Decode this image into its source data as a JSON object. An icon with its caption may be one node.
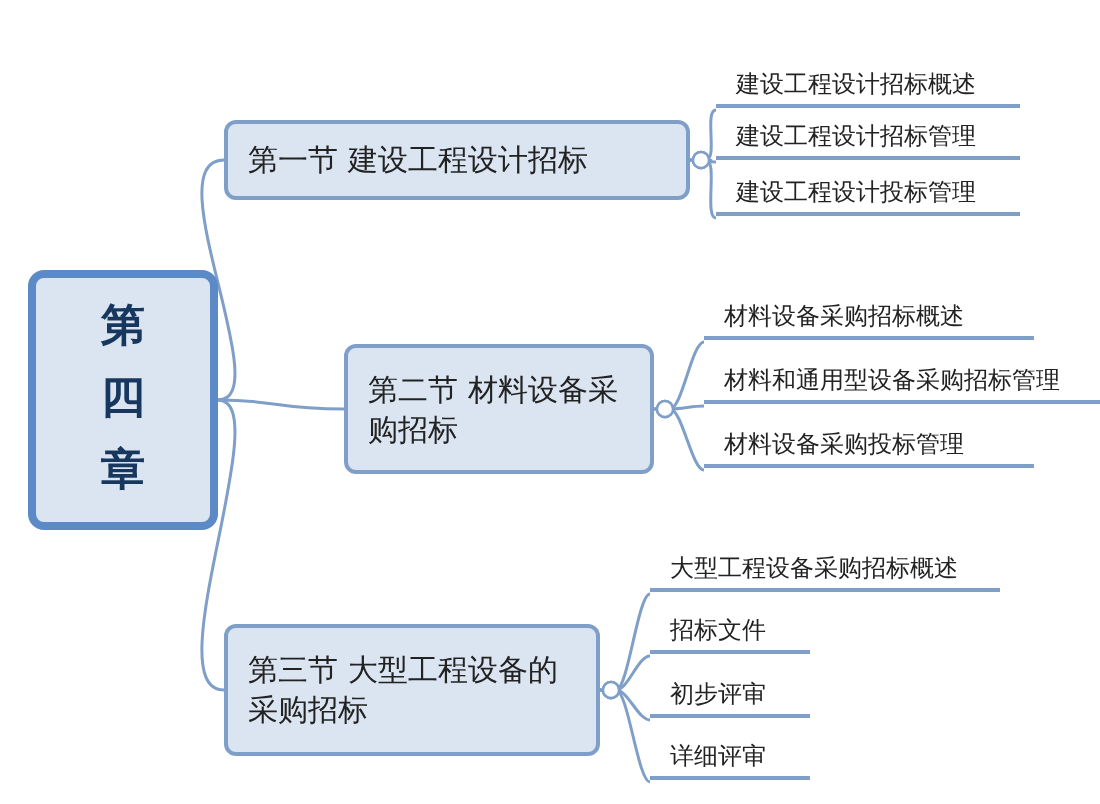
{
  "diagram": {
    "nodes": [
      {
        "text": [
          "第四章"
        ]
      },
      {
        "text": [
          "第一节 建设工程设计招标"
        ]
      },
      {
        "text": [
          "建设工程设计招标概述"
        ]
      },
      {
        "text": [
          "建设工程设计招标管理"
        ]
      },
      {
        "text": [
          "建设工程设计投标管理"
        ]
      },
      {
        "text": [
          "第二节 材料设备采购招标"
        ]
      },
      {
        "text": [
          "材料设备采购招标概述"
        ]
      },
      {
        "text": [
          "材料和通用型设备采购招标管理"
        ]
      },
      {
        "text": [
          "材料设备采购投标管理"
        ]
      },
      {
        "text": [
          "第三节 大型工程设备的采购招标"
        ]
      },
      {
        "text": [
          "大型工程设备采购招标概述"
        ]
      },
      {
        "text": [
          "招标文件"
        ]
      },
      {
        "text": [
          "初步评审"
        ]
      },
      {
        "text": [
          "详细评审"
        ]
      }
    ],
    "edges": [
      {
        "from": 0,
        "to": 1,
        "arrow": "none"
      },
      {
        "from": 0,
        "to": 5,
        "arrow": "none"
      },
      {
        "from": 0,
        "to": 9,
        "arrow": "none"
      },
      {
        "from": 1,
        "to": 2,
        "arrow": "other"
      },
      {
        "from": 1,
        "to": 3,
        "arrow": "other"
      },
      {
        "from": 1,
        "to": 4,
        "arrow": "other"
      },
      {
        "from": 5,
        "to": 6,
        "arrow": "other"
      },
      {
        "from": 5,
        "to": 7,
        "arrow": "other"
      },
      {
        "from": 5,
        "to": 8,
        "arrow": "other"
      },
      {
        "from": 9,
        "to": 10,
        "arrow": "other"
      },
      {
        "from": 9,
        "to": 11,
        "arrow": "other"
      },
      {
        "from": 9,
        "to": 12,
        "arrow": "other"
      },
      {
        "from": 9,
        "to": 13,
        "arrow": "other"
      }
    ]
  }
}
